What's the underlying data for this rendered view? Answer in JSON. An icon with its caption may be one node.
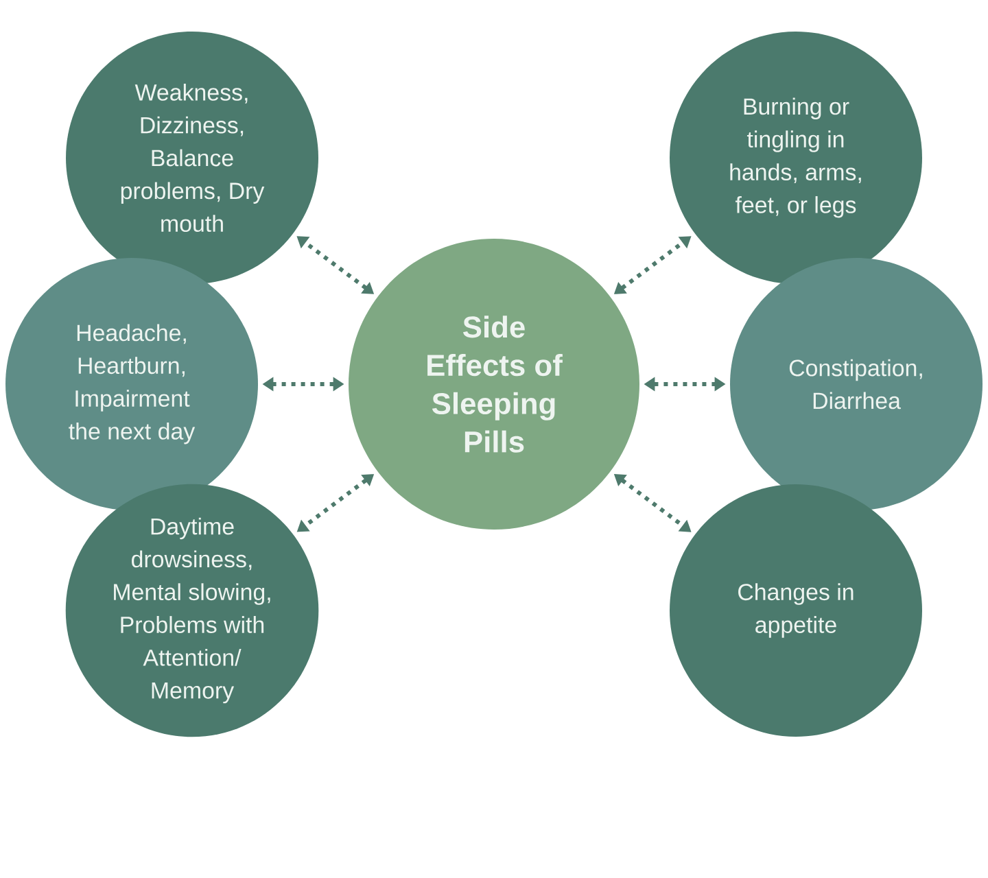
{
  "diagram": {
    "nodes": [
      {
        "text": [
          "Side Effects of Sleeping Pills"
        ]
      },
      {
        "text": [
          "Weakness, Dizziness, Balance problems, Dry mouth"
        ]
      },
      {
        "text": [
          "Headache, Heartburn, Impairment the next day"
        ]
      },
      {
        "text": [
          "Daytime drowsiness, Mental slowing, Problems with Attention/ Memory"
        ]
      },
      {
        "text": [
          "Burning or tingling in hands, arms, feet, or legs"
        ]
      },
      {
        "text": [
          "Constipation, Diarrhea"
        ]
      },
      {
        "text": [
          "Changes in appetite"
        ]
      }
    ],
    "edges": [
      {
        "from": 0,
        "to": 1,
        "arrow": "both"
      },
      {
        "from": 0,
        "to": 2,
        "arrow": "both"
      },
      {
        "from": 0,
        "to": 3,
        "arrow": "both"
      },
      {
        "from": 0,
        "to": 4,
        "arrow": "both"
      },
      {
        "from": 0,
        "to": 5,
        "arrow": "both"
      },
      {
        "from": 0,
        "to": 6,
        "arrow": "both"
      }
    ]
  }
}
